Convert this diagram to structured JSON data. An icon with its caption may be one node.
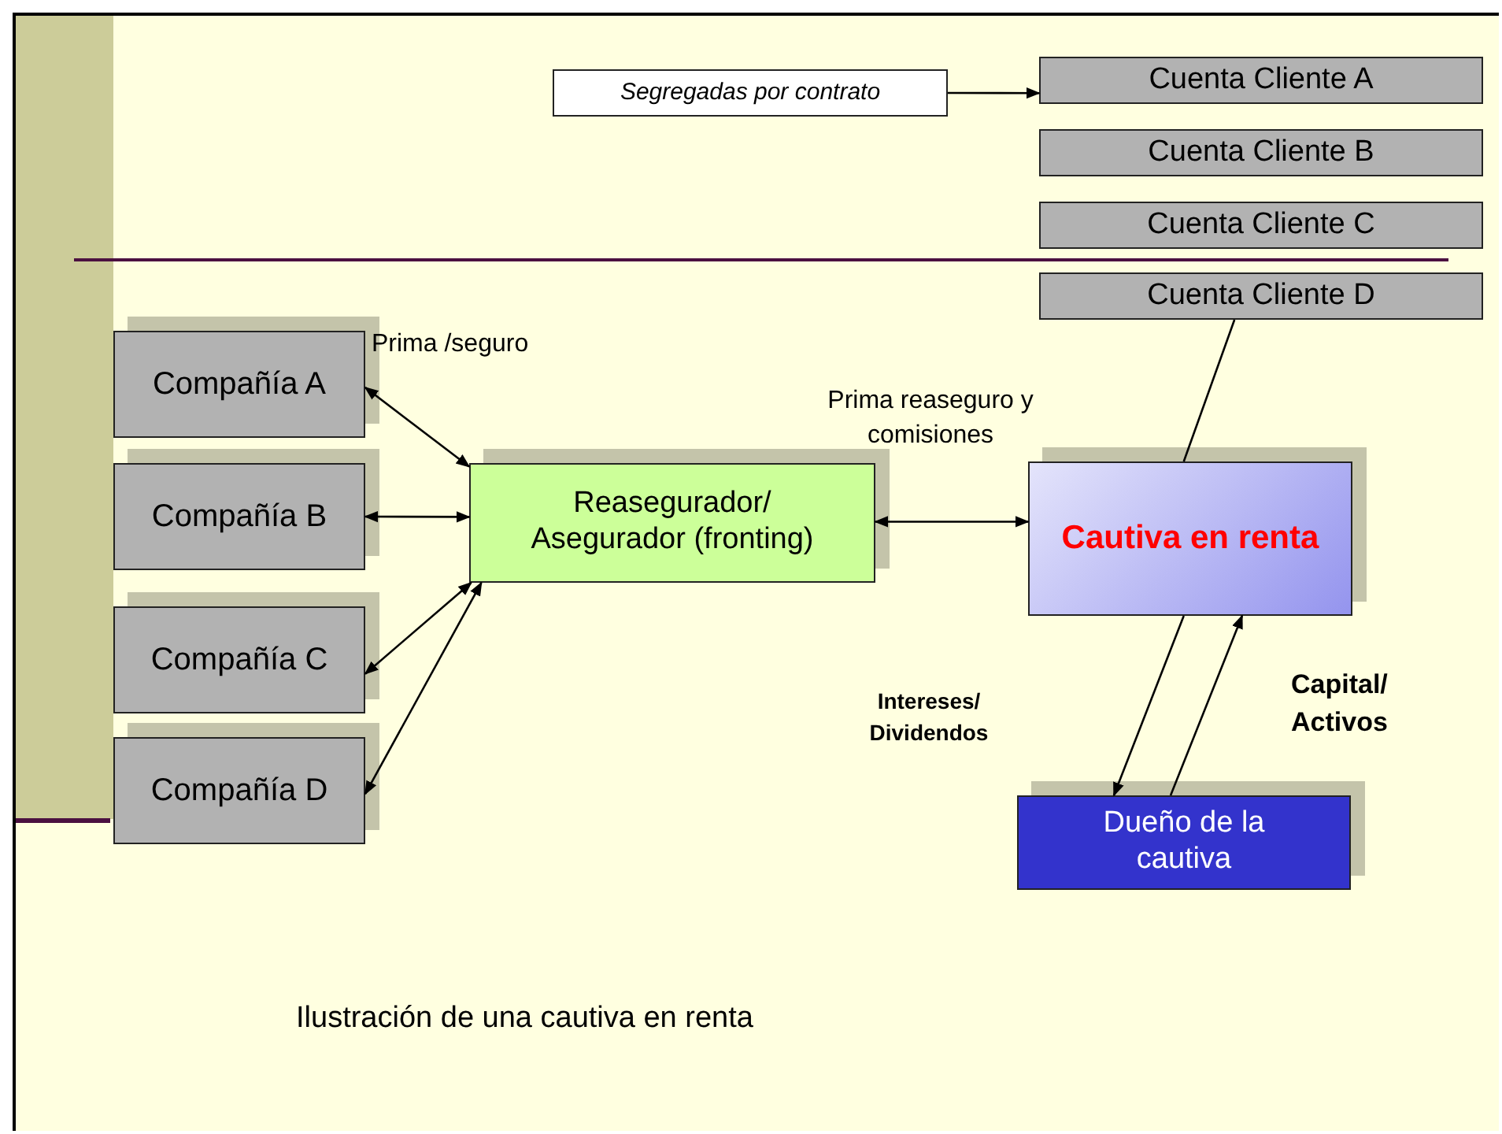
{
  "diagram": {
    "caption": "Ilustración de una cautiva en renta",
    "nodes": [
      {
        "text": [
          "Segregadas por contrato"
        ]
      },
      {
        "text": [
          "Cuenta Cliente A"
        ]
      },
      {
        "text": [
          "Cuenta Cliente B"
        ]
      },
      {
        "text": [
          "Cuenta Cliente C"
        ]
      },
      {
        "text": [
          "Cuenta Cliente D"
        ]
      },
      {
        "text": [
          "Compañía A"
        ]
      },
      {
        "text": [
          "Compañía B"
        ]
      },
      {
        "text": [
          "Compañía C"
        ]
      },
      {
        "text": [
          "Compañía D"
        ]
      },
      {
        "text": [
          "Reasegurador/ Asegurador (fronting)"
        ]
      },
      {
        "text": [
          "Cautiva en renta"
        ]
      },
      {
        "text": [
          "Dueño de la cautiva"
        ]
      }
    ],
    "edges": [
      {
        "from": 0,
        "to": 1,
        "arrow": "to"
      },
      {
        "from": 5,
        "to": 9,
        "arrow": "both"
      },
      {
        "from": 6,
        "to": 9,
        "arrow": "both"
      },
      {
        "from": 7,
        "to": 9,
        "arrow": "both"
      },
      {
        "from": 8,
        "to": 9,
        "arrow": "both"
      },
      {
        "from": 9,
        "to": 10,
        "arrow": "both"
      },
      {
        "from": 10,
        "to": 11,
        "arrow": "to"
      },
      {
        "from": 11,
        "to": 10,
        "arrow": "to"
      },
      {
        "from": 10,
        "to": 4,
        "arrow": "none"
      }
    ],
    "labels": [
      "Prima /seguro",
      "Prima reaseguro y comisiones",
      "Intereses/ Dividendos",
      "Capital/ Activos"
    ]
  }
}
